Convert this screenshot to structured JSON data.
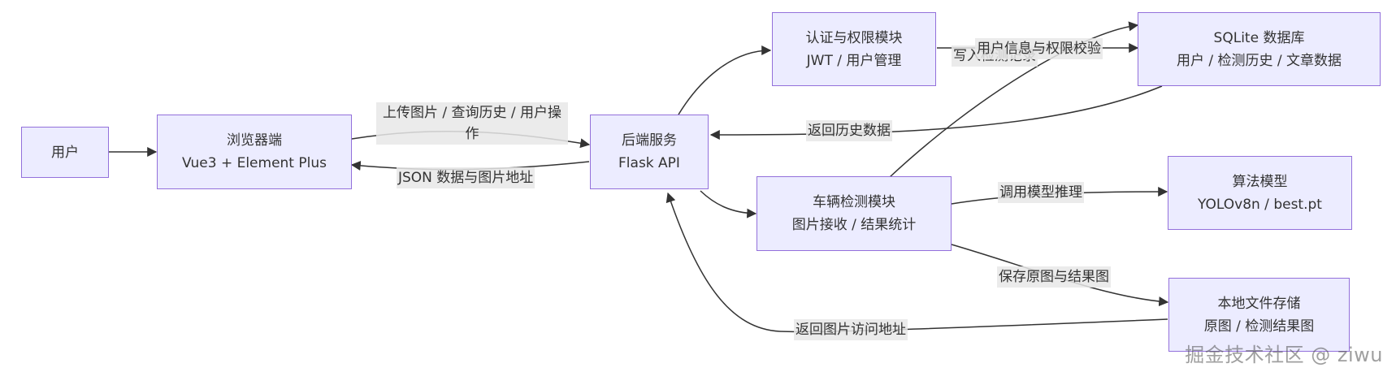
{
  "nodes": {
    "user": {
      "line1": "用户"
    },
    "browser": {
      "line1": "浏览器端",
      "line2": "Vue3 + Element Plus"
    },
    "backend": {
      "line1": "后端服务",
      "line2": "Flask API"
    },
    "auth": {
      "line1": "认证与权限模块",
      "line2": "JWT / 用户管理"
    },
    "detect": {
      "line1": "车辆检测模块",
      "line2": "图片接收 / 结果统计"
    },
    "db": {
      "line1": "SQLite 数据库",
      "line2": "用户 / 检测历史 / 文章数据"
    },
    "model": {
      "line1": "算法模型",
      "line2": "YOLOv8n / best.pt"
    },
    "storage": {
      "line1": "本地文件存储",
      "line2": "原图 / 检测结果图"
    }
  },
  "edges": {
    "upload": "上传图片 / 查询历史 / 用户操作",
    "json_return": "JSON 数据与图片地址",
    "history_return": "返回历史数据",
    "user_auth": "用户信息与权限校验",
    "write_record": "写入检测记录",
    "call_model": "调用模型推理",
    "save_images": "保存原图与结果图",
    "image_url": "返回图片访问地址"
  },
  "watermark": "掘金技术社区 @ ziwu"
}
